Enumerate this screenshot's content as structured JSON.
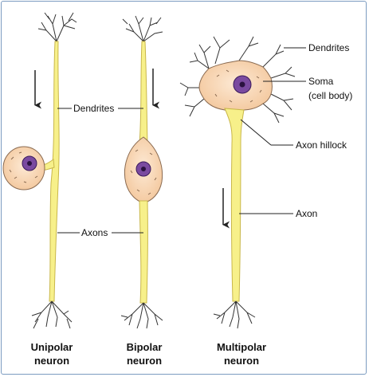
{
  "labels": {
    "dendrites_left": "Dendrites",
    "axons": "Axons",
    "dendrites_right": "Dendrites",
    "soma": "Soma",
    "soma_sub": "(cell body)",
    "axon_hillock": "Axon hillock",
    "axon": "Axon"
  },
  "captions": {
    "unipolar_l1": "Unipolar",
    "unipolar_l2": "neuron",
    "bipolar_l1": "Bipolar",
    "bipolar_l2": "neuron",
    "multipolar_l1": "Multipolar",
    "multipolar_l2": "neuron"
  },
  "colors": {
    "axon_fill": "#f7f08a",
    "axon_stroke": "#c9b74a",
    "soma_fill": "#fbe0c4",
    "nucleus": "#7a4aa0",
    "nucleolus": "#2a1240"
  }
}
